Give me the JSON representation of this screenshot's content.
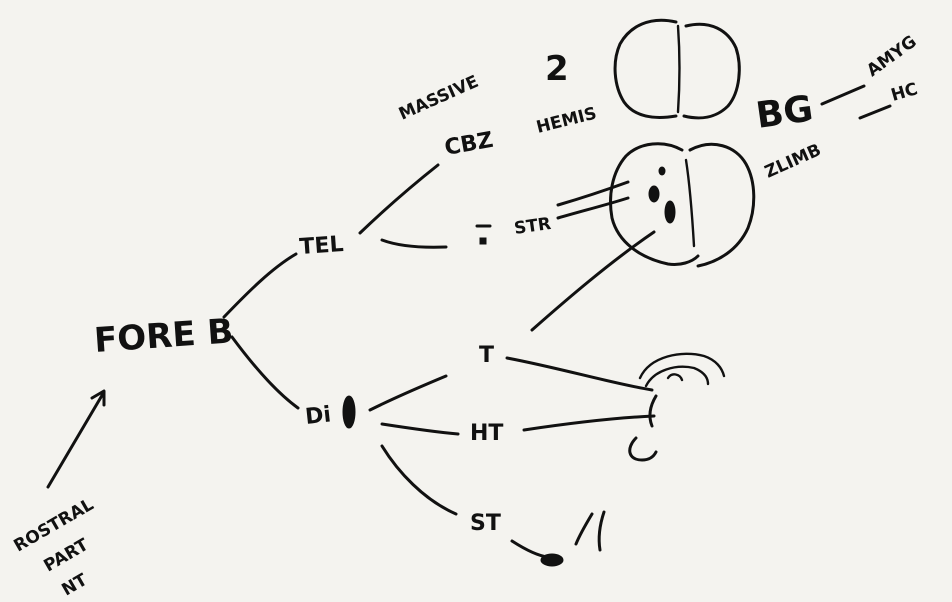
{
  "labels": {
    "foreb": "FORE B",
    "tel": "TEL",
    "di": "Di",
    "massive": "MASSIVE",
    "cbz": "CBZ",
    "two": "2",
    "hemis": "HEMIS",
    "str": "STR",
    "bg": "BG",
    "zlimb": "ZLIMB",
    "amyg": "AMYG",
    "hc": "HC",
    "t": "T",
    "ht": "HT",
    "st": "ST",
    "rostral": "ROSTRAL",
    "part": "PART",
    "nt": "NT"
  }
}
